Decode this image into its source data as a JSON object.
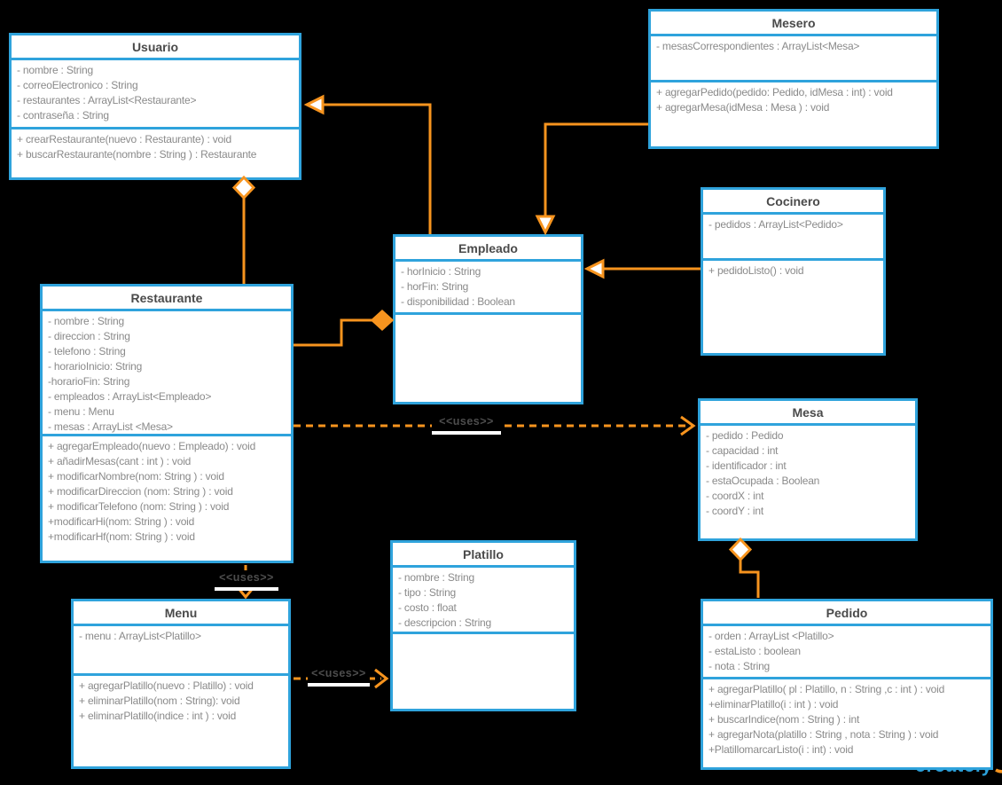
{
  "uses_label": "<<uses>>",
  "watermark": "creately",
  "colors": {
    "background": "#000000",
    "box_border": "#2FA3DC",
    "box_fill": "#FFFFFF",
    "connector": "#F7941E",
    "title_text": "#4A4A4A",
    "member_text": "#8A8A8A",
    "uses_text": "#4D4D4D",
    "watermark_blue": "#2B9FD9"
  },
  "classes": [
    {
      "id": "usuario",
      "name": "Usuario",
      "attributes": [
        "- nombre : String",
        "- correoElectronico : String",
        "- restaurantes : ArrayList<Restaurante>",
        "- contraseña : String"
      ],
      "methods": [
        "+ crearRestaurante(nuevo : Restaurante) : void",
        "+ buscarRestaurante(nombre : String ) : Restaurante"
      ]
    },
    {
      "id": "mesero",
      "name": "Mesero",
      "attributes": [
        "- mesasCorrespondientes : ArrayList<Mesa>"
      ],
      "methods": [
        "+ agregarPedido(pedido: Pedido, idMesa : int) : void",
        "+ agregarMesa(idMesa : Mesa ) : void"
      ]
    },
    {
      "id": "cocinero",
      "name": "Cocinero",
      "attributes": [
        "- pedidos : ArrayList<Pedido>"
      ],
      "methods": [
        "+ pedidoListo() : void"
      ]
    },
    {
      "id": "empleado",
      "name": "Empleado",
      "attributes": [
        "- horInicio : String",
        "- horFin: String",
        "- disponibilidad : Boolean"
      ],
      "methods": []
    },
    {
      "id": "restaurante",
      "name": "Restaurante",
      "attributes": [
        "- nombre : String",
        "- direccion : String",
        "- telefono : String",
        "- horarioInicio: String",
        "-horarioFin: String",
        "- empleados :  ArrayList<Empleado>",
        "- menu : Menu",
        "- mesas : ArrayList <Mesa>"
      ],
      "methods": [
        "+ agregarEmpleado(nuevo : Empleado) : void",
        "+ añadirMesas(cant : int  ) : void",
        "+ modificarNombre(nom: String )  : void",
        "+ modificarDireccion (nom: String )  : void",
        "+ modificarTelefono (nom: String )  : void",
        "+modificarHi(nom: String )  : void",
        "+modificarHf(nom: String )  : void"
      ]
    },
    {
      "id": "mesa",
      "name": "Mesa",
      "attributes": [
        "- pedido : Pedido",
        "- capacidad : int",
        "- identificador : int",
        "- estaOcupada : Boolean",
        "- coordX : int",
        "- coordY : int"
      ],
      "methods": null
    },
    {
      "id": "platillo",
      "name": "Platillo",
      "attributes": [
        "- nombre : String",
        "- tipo : String",
        "- costo : float",
        "- descripcion : String"
      ],
      "methods": []
    },
    {
      "id": "menu",
      "name": "Menu",
      "attributes": [
        "- menu : ArrayList<Platillo>"
      ],
      "methods": [
        "+ agregarPlatillo(nuevo : Platillo) : void",
        "+ eliminarPlatillo(nom : String): void",
        "+ eliminarPlatillo(indice : int ) : void"
      ]
    },
    {
      "id": "pedido",
      "name": "Pedido",
      "attributes": [
        "- orden : ArrayList <Platillo>",
        "- estaListo : boolean",
        "- nota : String"
      ],
      "methods": [
        "+ agregarPlatillo( pl : Platillo, n : String ,c : int ) : void",
        "+eliminarPlatillo(i : int ) : void",
        "+ buscarIndice(nom : String ) : int",
        "+ agregarNota(platillo : String , nota : String ) :  void",
        "+PlatillomarcarListo(i : int) : void"
      ]
    }
  ],
  "relationships": [
    {
      "type": "generalization",
      "from": "Empleado",
      "to": "Usuario"
    },
    {
      "type": "generalization",
      "from": "Mesero",
      "to": "Empleado"
    },
    {
      "type": "generalization",
      "from": "Cocinero",
      "to": "Empleado"
    },
    {
      "type": "aggregation",
      "from": "Restaurante",
      "to": "Usuario"
    },
    {
      "type": "composition",
      "from": "Restaurante",
      "to": "Empleado"
    },
    {
      "type": "uses",
      "from": "Restaurante",
      "to": "Mesa"
    },
    {
      "type": "uses",
      "from": "Restaurante",
      "to": "Menu"
    },
    {
      "type": "uses",
      "from": "Menu",
      "to": "Platillo"
    },
    {
      "type": "aggregation",
      "from": "Pedido",
      "to": "Mesa"
    }
  ]
}
